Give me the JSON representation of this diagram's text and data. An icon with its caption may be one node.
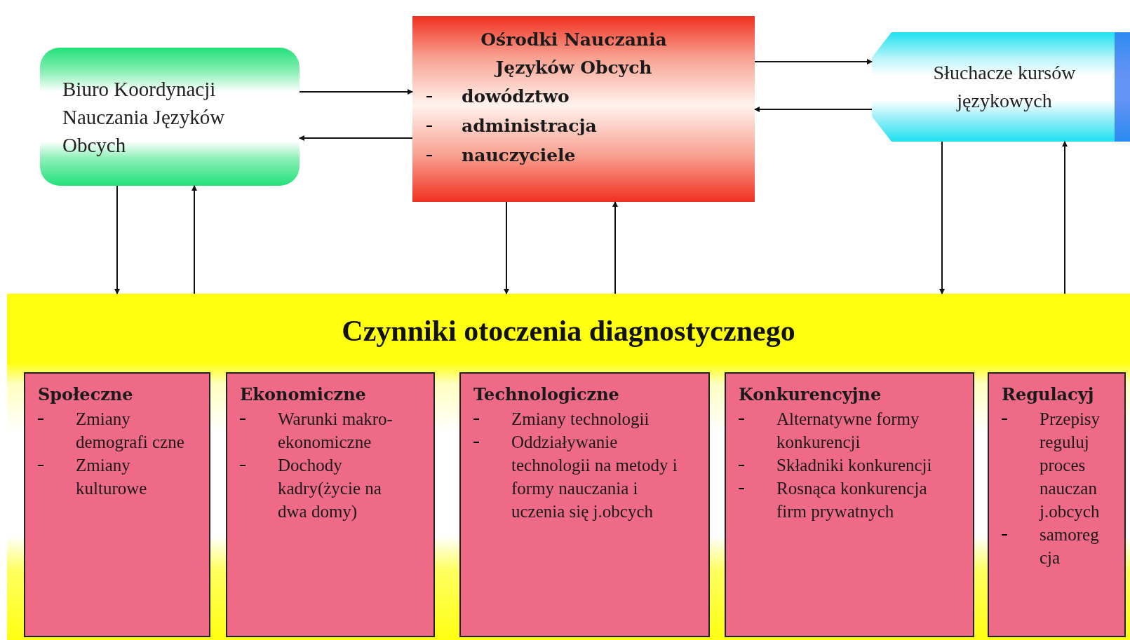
{
  "diagram": {
    "nodes": [
      {
        "text": [
          "Biuro Koordynacji Nauczania Języków Obcych"
        ]
      },
      {
        "text": [
          "Ośrodki Nauczania Języków Obcych",
          "dowództwo",
          "administracja",
          "nauczyciele"
        ]
      },
      {
        "text": [
          "Słuchacze kursów językowych"
        ]
      },
      {
        "text": [
          "Czynniki otoczenia diagnostycznego"
        ]
      },
      {
        "text": [
          "Społeczne",
          "Zmiany demografi czne",
          "Zmiany kulturowe"
        ],
        "in": 3
      },
      {
        "text": [
          "Ekonomiczne",
          "Warunki makro- ekonomiczne",
          "Dochody kadry(życie na dwa domy)"
        ],
        "in": 3
      },
      {
        "text": [
          "Technologiczne",
          "Zmiany technologii",
          "Oddziaływanie technologii na metody i formy nauczania i uczenia się j.obcych"
        ],
        "in": 3
      },
      {
        "text": [
          "Konkurencyjne",
          "Alternatywne formy konkurencji",
          "Składniki konkurencji",
          "Rosnąca konkurencja firm prywatnych"
        ],
        "in": 3
      },
      {
        "text": [
          "Regulacyj",
          "Przepisy reguluj proces nauczan j.obcych",
          "samoreg cja"
        ],
        "in": 3
      }
    ],
    "edges": [
      {
        "from": 0,
        "to": 1,
        "arrow": "to"
      },
      {
        "from": 1,
        "to": 0,
        "arrow": "to"
      },
      {
        "from": 1,
        "to": 2,
        "arrow": "to"
      },
      {
        "from": 2,
        "to": 1,
        "arrow": "to"
      },
      {
        "from": 0,
        "to": 3,
        "arrow": "to"
      },
      {
        "from": 3,
        "to": 0,
        "arrow": "to"
      },
      {
        "from": 1,
        "to": 3,
        "arrow": "to"
      },
      {
        "from": 3,
        "to": 1,
        "arrow": "to"
      },
      {
        "from": 2,
        "to": 3,
        "arrow": "to"
      },
      {
        "from": 3,
        "to": 2,
        "arrow": "to"
      }
    ]
  }
}
